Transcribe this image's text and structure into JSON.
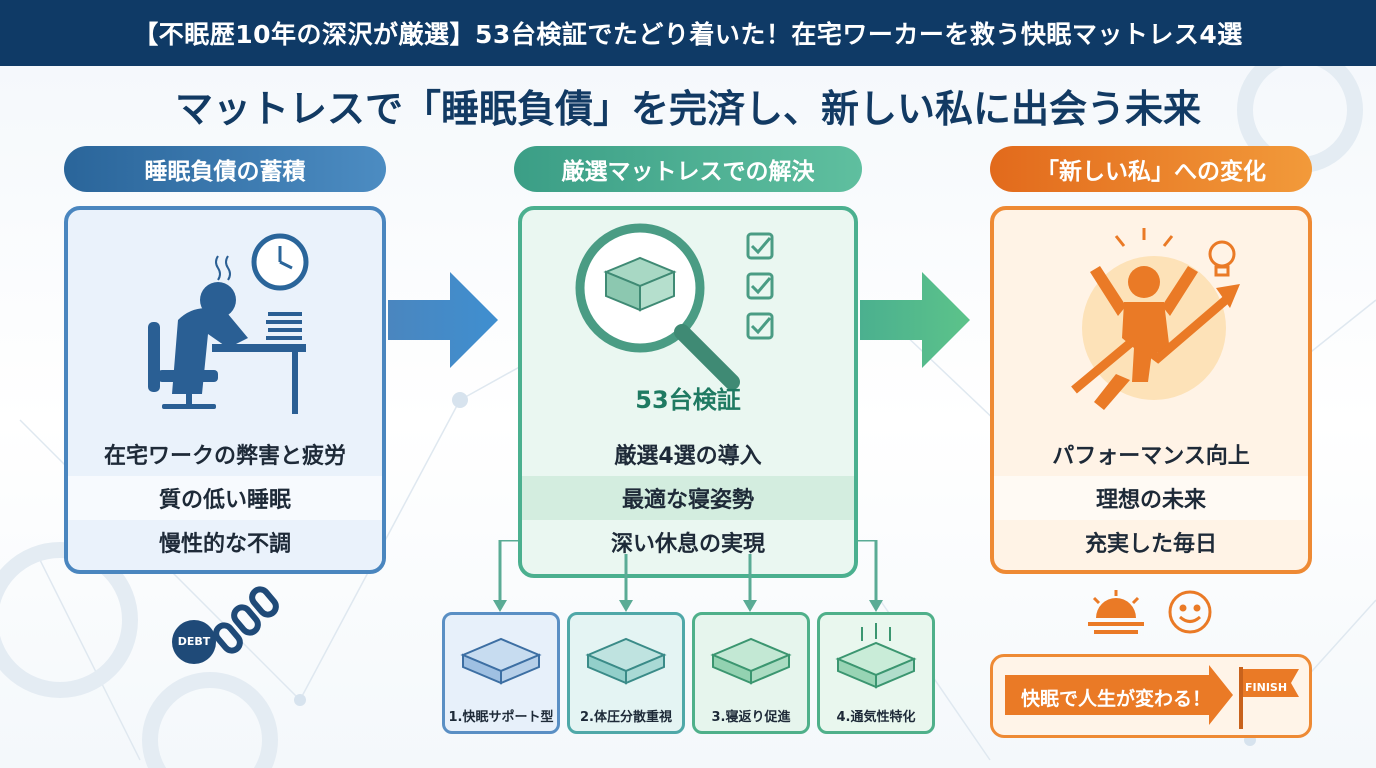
{
  "header": {
    "title": "【不眠歴10年の深沢が厳選】53台検証でたどり着いた！在宅ワーカーを救う快眠マットレス4選"
  },
  "main_title": "マットレスで「睡眠負債」を完済し、新しい私に出会う未来",
  "stages": [
    {
      "title": "睡眠負債の蓄積",
      "items": [
        "在宅ワークの弊害と疲労",
        "質の低い睡眠",
        "慢性的な不調"
      ]
    },
    {
      "title": "厳選マットレスでの解決",
      "badge": "53台検証",
      "items": [
        "厳選4選の導入",
        "最適な寝姿勢",
        "深い休息の実現"
      ]
    },
    {
      "title": "「新しい私」への変化",
      "items": [
        "パフォーマンス向上",
        "理想の未来",
        "充実した毎日"
      ]
    }
  ],
  "mattress_types": [
    "1.快眠サポート型",
    "2.体圧分散重視",
    "3.寝返り促進",
    "4.通気性特化"
  ],
  "debt_label": "DEBT",
  "finish_banner": "快眠で人生が変わる！",
  "finish_flag": "FINISH",
  "colors": {
    "header": "#0f3a66",
    "blue": "#4a86bf",
    "green": "#4bb08f",
    "orange": "#ee8a34"
  },
  "icons": [
    "clock-icon",
    "tired-worker-icon",
    "magnifier-mattress-icon",
    "checklist-icon",
    "jumping-person-icon",
    "lightbulb-icon",
    "sunrise-icon",
    "smile-icon",
    "chain-debt-icon",
    "flag-icon"
  ]
}
